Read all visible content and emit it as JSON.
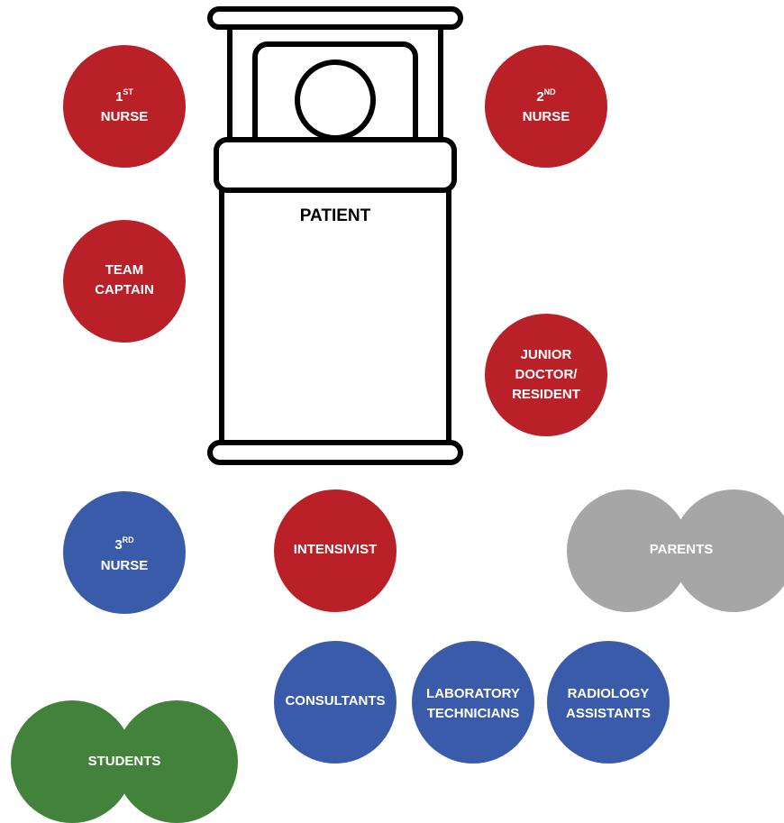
{
  "colors": {
    "role_red": "#BA2027",
    "role_blue": "#3A5BA9",
    "parents_gray": "#A6A6A6",
    "students_green": "#43823A",
    "outline": "#000000",
    "text_light": "#FFFFFF"
  },
  "patient": {
    "label": "PATIENT"
  },
  "roles": {
    "first_nurse": {
      "num": "1",
      "sup": "ST",
      "label": "NURSE"
    },
    "second_nurse": {
      "num": "2",
      "sup": "ND",
      "label": "NURSE"
    },
    "team_captain": {
      "line1": "TEAM",
      "line2": "CAPTAIN"
    },
    "junior_doctor": {
      "line1": "JUNIOR",
      "line2": "DOCTOR/",
      "line3": "RESIDENT"
    },
    "third_nurse": {
      "num": "3",
      "sup": "RD",
      "label": "NURSE"
    },
    "intensivist": {
      "label": "INTENSIVIST"
    },
    "parents": {
      "label": "PARENTS"
    },
    "consultants": {
      "label": "CONSULTANTS"
    },
    "lab_technicians": {
      "line1": "LABORATORY",
      "line2": "TECHNICIANS"
    },
    "radiology_assistants": {
      "line1": "RADIOLOGY",
      "line2": "ASSISTANTS"
    },
    "students": {
      "label": "STUDENTS"
    }
  }
}
